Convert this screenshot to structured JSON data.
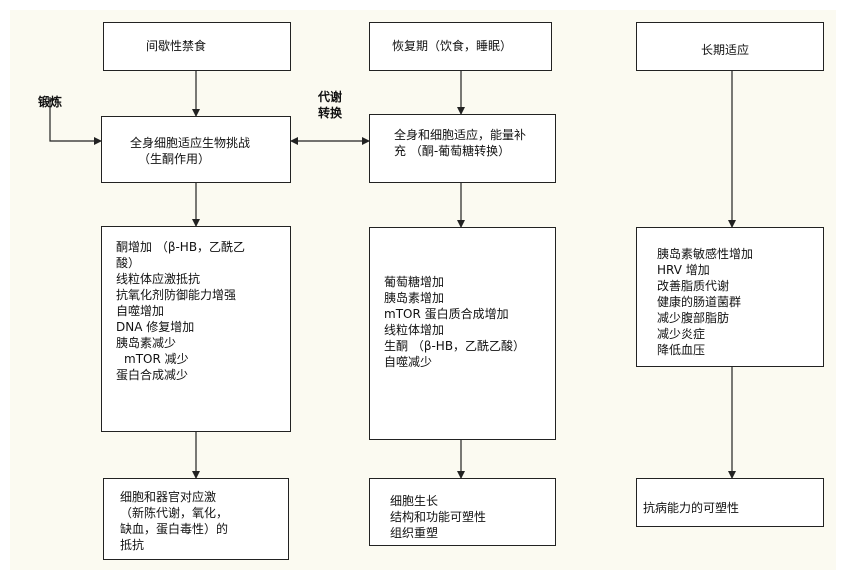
{
  "col1": {
    "header": "间歇性禁食",
    "challenge": [
      "全身细胞适应生物挑战",
      "（生酮作用）"
    ],
    "effects": [
      "酮增加 （β-HB，乙酰乙",
      "酸）",
      "线粒体应激抵抗",
      "抗氧化剂防御能力增强",
      "自噬增加",
      "DNA 修复增加",
      "胰岛素减少",
      "mTOR 减少",
      "蛋白合成减少"
    ],
    "outcome": [
      "细胞和器官对应激",
      "（新陈代谢，氧化，",
      "缺血，蛋白毒性）的",
      "抵抗"
    ]
  },
  "col2": {
    "header": "恢复期（饮食，睡眠）",
    "adaptation": [
      "全身和细胞适应，能量补",
      "充 （酮-葡萄糖转换）"
    ],
    "effects": [
      "葡萄糖增加",
      "胰岛素增加",
      "mTOR 蛋白质合成增加",
      "线粒体增加",
      "生酮 （β-HB，乙酰乙酸）",
      "自噬减少"
    ],
    "outcome": [
      "细胞生长",
      "结构和功能可塑性",
      "组织重塑"
    ]
  },
  "col3": {
    "header": "长期适应",
    "effects": [
      "胰岛素敏感性增加",
      "HRV 增加",
      "改善脂质代谢",
      "健康的肠道菌群",
      "减少腹部脂肪",
      "减少炎症",
      "降低血压"
    ],
    "outcome": "抗病能力的可塑性"
  },
  "side_labels": {
    "exercise": "锻炼",
    "metabolic_switch": [
      "代谢",
      "转换"
    ]
  }
}
